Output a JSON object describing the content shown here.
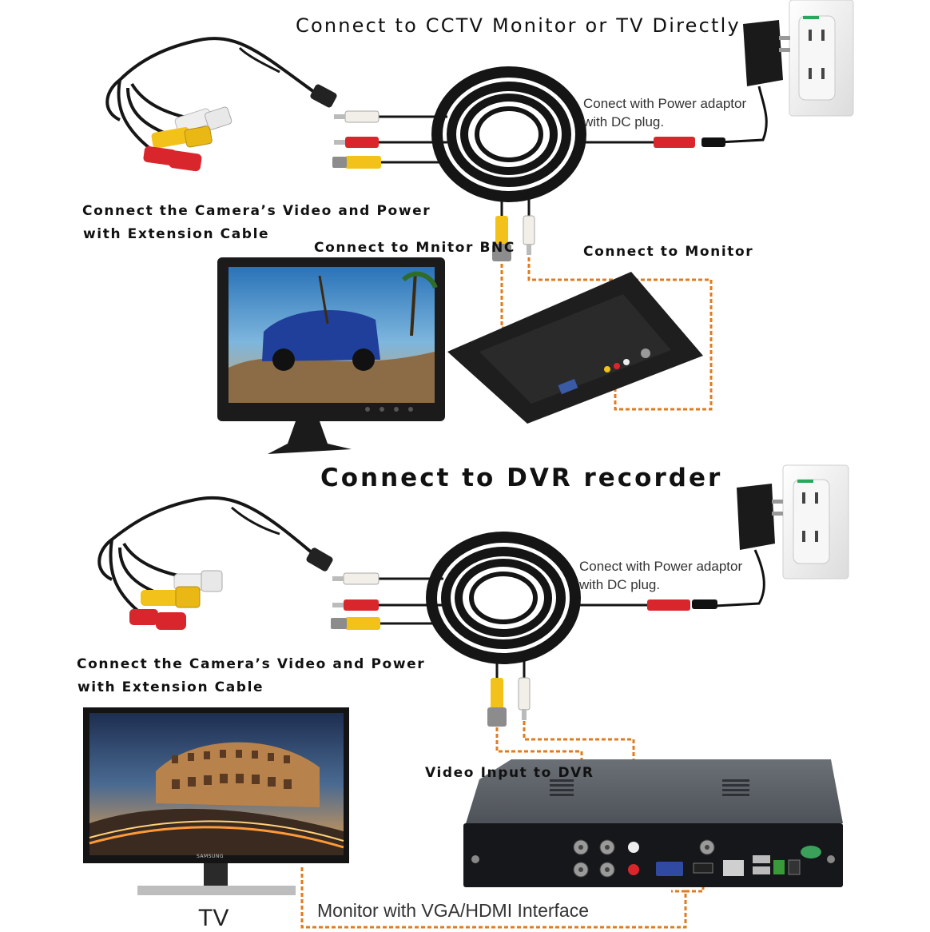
{
  "top": {
    "title": "Connect to CCTV Monitor or TV Directly",
    "power_note_line1": "Conect with Power adaptor",
    "power_note_line2": "with DC plug.",
    "camera_note_line1": "Connect the Camera’s Video and Power",
    "camera_note_line2": "with Extension Cable",
    "bnc_label": "Connect to Mnitor BNC",
    "monitor_label": "Connect  to Monitor"
  },
  "bottom": {
    "title": "Connect to DVR recorder",
    "power_note_line1": "Conect with Power adaptor",
    "power_note_line2": "with DC plug.",
    "camera_note_line1": "Connect the Camera’s Video and Power",
    "camera_note_line2": "with Extension Cable",
    "dvr_label": "Video Input to DVR",
    "tv_label": "TV",
    "tv_brand": "SAMSUNG",
    "monitor_interface_label": "Monitor with VGA/HDMI Interface"
  },
  "colors": {
    "dashed_line": "#e07b1e",
    "cable": "#151515",
    "rca_yellow": "#f2c21a",
    "rca_red": "#d9262c",
    "rca_white": "#f1efe8"
  },
  "icons": {
    "outlet": "wall-outlet-icon",
    "adapter": "power-adapter-icon",
    "camera": "pinhole-camera-icon",
    "cable": "coiled-extension-cable-icon",
    "monitor": "cctv-monitor-icon",
    "dvr": "dvr-recorder-icon",
    "tv": "tv-icon"
  }
}
